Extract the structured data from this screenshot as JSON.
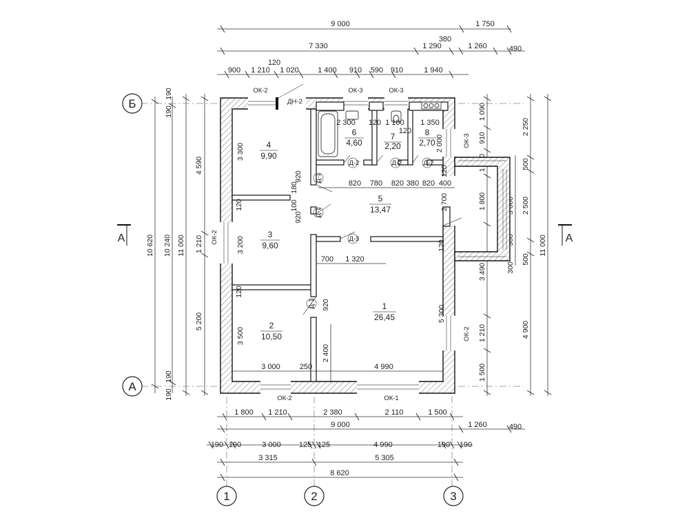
{
  "dims": {
    "top_r1": [
      "9 000",
      "1 750"
    ],
    "top_380": "380",
    "top_r2": [
      "7 330",
      "1 290",
      "1 260",
      "490"
    ],
    "top_120": "120",
    "top_r3": [
      "900",
      "1 210",
      "1 020",
      "1 400",
      "910",
      "590",
      "910",
      "1 940"
    ],
    "bot_r1": [
      "1 800",
      "1 210",
      "2 380",
      "2 110",
      "1 500"
    ],
    "bot_r2": [
      "9 000",
      "1 260",
      "490"
    ],
    "bot_r3": [
      "190",
      "190",
      "3 000",
      "125",
      "125",
      "4 990",
      "190",
      "190"
    ],
    "bot_r4": [
      "3 315",
      "5 305"
    ],
    "bot_r5": "8 620",
    "left_outer": [
      "10 620",
      "10 240",
      "11 000"
    ],
    "left_190": [
      "190",
      "190",
      "190",
      "190"
    ],
    "left_r1": [
      "4 590",
      "1 210",
      "5 200"
    ],
    "right_r1": [
      "1 090",
      "910",
      "1 000",
      "1 800",
      "3 490",
      "1 210",
      "1 500"
    ],
    "right_r2": [
      "2 250",
      "500",
      "2 500",
      "500",
      "4 900"
    ],
    "right_r3": [
      "3 000",
      "300",
      "300"
    ],
    "right_outer": "11 000",
    "interior": {
      "r4_h": "3 300",
      "r3_h": "3 200",
      "r2_h": "3 500",
      "r6_w": "2 300",
      "r7_w": "1 100",
      "r8_w": "1 350",
      "r8_h": "2 000",
      "r120_a": "120",
      "r120_b": "120",
      "r120_c": "120",
      "r120_d": "120",
      "r120_e": "120",
      "r120_f": "120",
      "corr_top": [
        "820",
        "780",
        "820",
        "380",
        "820",
        "400"
      ],
      "corr_h": "2 700",
      "d920_a": "920",
      "d180": "180",
      "d100": "100",
      "d920_b": "920",
      "d920_c": "920",
      "h700": "700",
      "h1320": "1 320",
      "r1_h": "5 300",
      "w2400": "2 400",
      "b3000": "3 000",
      "b250": "250",
      "b4990": "4 990"
    }
  },
  "rooms": [
    {
      "num": "4",
      "area": "9,90"
    },
    {
      "num": "3",
      "area": "9,60"
    },
    {
      "num": "2",
      "area": "10,50"
    },
    {
      "num": "6",
      "area": "4,60"
    },
    {
      "num": "7",
      "area": "2,20"
    },
    {
      "num": "8",
      "area": "2,70"
    },
    {
      "num": "5",
      "area": "13,47"
    },
    {
      "num": "1",
      "area": "26,45"
    }
  ],
  "labels": {
    "ok2_top": "ОК-2",
    "dn2": "ДН-2",
    "ok3_a": "ОК-3",
    "ok3_b": "ОК-3",
    "ok3_right": "ОК-3",
    "ok2_left": "ОК-2",
    "ok2_right": "ОК-2",
    "ok2_bottom": "ОК-2",
    "ok1_bottom": "ОК-1",
    "d2_a": "Д-2",
    "d2_b": "Д-2",
    "d2_c": "Д-2",
    "d1_a": "Д-1",
    "d1_b": "Д-1",
    "d1_c": "Д-1",
    "d3": "Д-3"
  },
  "axes": {
    "b": "Б",
    "a": "А",
    "n1": "1",
    "n2": "2",
    "n3": "3"
  },
  "section": {
    "left": "А",
    "right": "А"
  }
}
